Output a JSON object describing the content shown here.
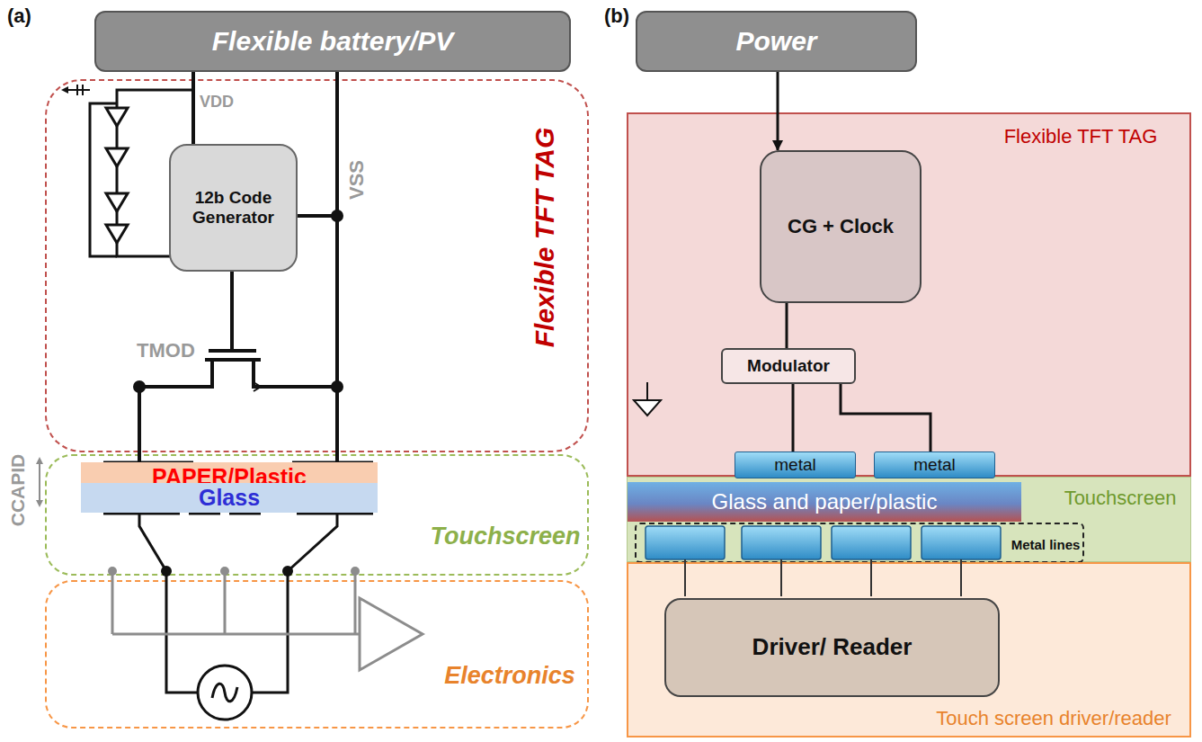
{
  "diagram": {
    "nodes": [
      {
        "text": [
          "Flexible battery/PV"
        ]
      },
      {
        "text": [
          "Flexible TFT TAG"
        ]
      },
      {
        "text": [
          "12b Code Generator"
        ],
        "in": 1
      },
      {
        "text": [
          "PAPER/Plastic"
        ]
      },
      {
        "text": [
          "Glass"
        ]
      },
      {
        "text": [
          "Touchscreen"
        ]
      },
      {
        "text": [
          "Electronics"
        ]
      },
      {
        "text": [
          "Power"
        ]
      },
      {
        "text": [
          "Flexible TFT TAG"
        ]
      },
      {
        "text": [
          "CG + Clock"
        ],
        "in": 8
      },
      {
        "text": [
          "Modulator"
        ],
        "in": 8
      },
      {
        "text": [
          "metal"
        ],
        "in": 8
      },
      {
        "text": [
          "metal"
        ],
        "in": 8
      },
      {
        "text": [
          "Touchscreen"
        ]
      },
      {
        "text": [
          "Glass and paper/plastic"
        ],
        "in": 13
      },
      {
        "text": [
          "Metal lines"
        ],
        "in": 13
      },
      {
        "text": [
          "Touch screen driver/reader"
        ]
      },
      {
        "text": [
          "Driver/ Reader"
        ],
        "in": 16
      }
    ],
    "edges": [
      {
        "from": 0,
        "to": 2,
        "arrow": "none"
      },
      {
        "from": 7,
        "to": 9,
        "arrow": "to"
      },
      {
        "from": 9,
        "to": 10,
        "arrow": "none"
      },
      {
        "from": 10,
        "to": 11,
        "arrow": "none"
      },
      {
        "from": 10,
        "to": 12,
        "arrow": "none"
      }
    ],
    "labels": [
      "(a)",
      "VDD",
      "VSS",
      "TMOD",
      "CCAPID",
      "(b)"
    ]
  }
}
